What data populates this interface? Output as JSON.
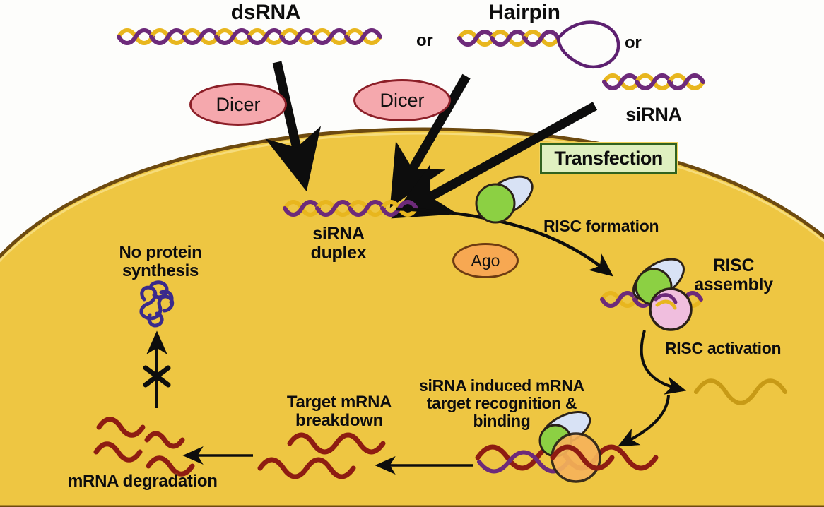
{
  "figure": {
    "title": "RNA interference (RNAi) pathway",
    "background_color": "#fdfdfb",
    "cell_fill_color": "#eec642",
    "cell_border_color": "#6d4a10",
    "arrow_color": "#0d0d0d"
  },
  "labels": {
    "dsrna": "dsRNA",
    "or_1": "or",
    "hairpin": "Hairpin",
    "or_2": "or",
    "sirna": "siRNA",
    "dicer_1": "Dicer",
    "dicer_2": "Dicer",
    "transfection": "Transfection",
    "sirna_duplex": "siRNA\nduplex",
    "ago": "Ago",
    "risc_formation": "RISC formation",
    "risc_assembly": "RISC\nassembly",
    "risc_activation": "RISC activation",
    "sirna_target_binding": "siRNA induced mRNA\ntarget recognition &\nbinding",
    "target_mrna_breakdown": "Target mRNA\nbreakdown",
    "mrna_degradation": "mRNA degradation",
    "no_protein_synthesis": "No protein\nsynthesis"
  },
  "colors": {
    "rna_strand_yellow": "#e8b61e",
    "rna_strand_purple": "#6d2a7a",
    "mrna_dark_red": "#8e1c12",
    "ss_rna_yellow": "#c79a16",
    "dicer_fill": "#f5a8ad",
    "dicer_border": "#8c1f28",
    "ago_fill": "#f7a852",
    "ago_border": "#6d3b12",
    "transfection_fill": "#dff0c0",
    "transfection_border": "#31621f",
    "protein_blue": "#d8e2f5",
    "protein_green": "#8cd043",
    "protein_pink": "#f0bede",
    "protein_orange": "#f6b35a",
    "protein_outline": "#2b2118",
    "no_protein_glyph": "#3a2a8c"
  },
  "icons": {
    "duplex": "rna-duplex-icon",
    "hairpin": "rna-hairpin-icon",
    "single_strand": "single-strand-rna-icon",
    "protein_tangle": "protein-tangle-icon",
    "block_mark": "blocked-x-icon"
  }
}
